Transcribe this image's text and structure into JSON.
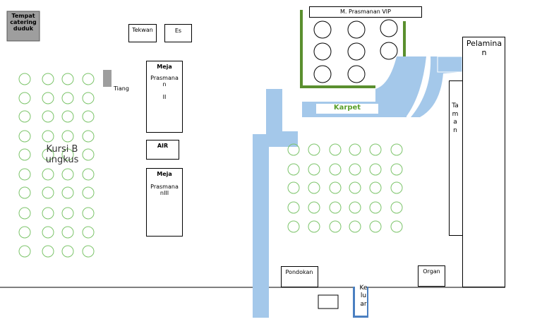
{
  "labels": {
    "catering": "Tempat catering duduk",
    "tekwan": "Tekwan",
    "es": "Es",
    "tiang": "Tiang",
    "meja2_title": "Meja",
    "meja2_name": "Prasmanan",
    "meja2_num": "II",
    "air": "AIR",
    "meja3_title": "Meja",
    "meja3_name": "PrasmananIII",
    "kursi": "Kursi Bungkus",
    "vip": "M. Prasmanan VIP",
    "karpet": "Karpet",
    "pelaminan": "Pelaminan",
    "taman": "Taman",
    "pondokan": "Pondokan",
    "organ": "Organ",
    "keluar": "Keluar"
  },
  "colors": {
    "chair": "#7cc46a",
    "carpet": "#a4c8ea",
    "vip_wall": "#5a8f2e",
    "karpet_text": "#5aa02c",
    "catering": "#9e9e9e",
    "tiang": "#9e9e9e",
    "exit_blue": "#4a7fc1"
  }
}
